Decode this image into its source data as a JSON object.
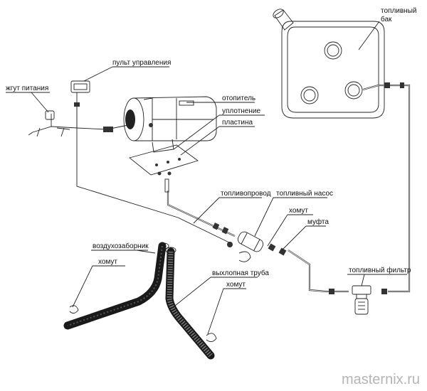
{
  "labels": {
    "fuel_tank": [
      "топливный",
      "бак"
    ],
    "control_panel": "пульт управления",
    "power_harness": "жгут питания",
    "heater": "отопитель",
    "seal": "уплотнение",
    "plate": "пластина",
    "fuel_line": "топливопровод",
    "fuel_pump": "топливный насос",
    "clamp_pump": "хомут",
    "coupling": "муфта",
    "fuel_filter": "топливный фильтр",
    "air_intake": "воздухозаборник",
    "clamp_intake": "хомут",
    "exhaust_pipe": "выхлопная труба",
    "clamp_exhaust": "хомут"
  },
  "watermark": "masternix.ru",
  "colors": {
    "line": "#222222",
    "hose": "#1a1a1a",
    "watermark": "#b5b5b5"
  }
}
